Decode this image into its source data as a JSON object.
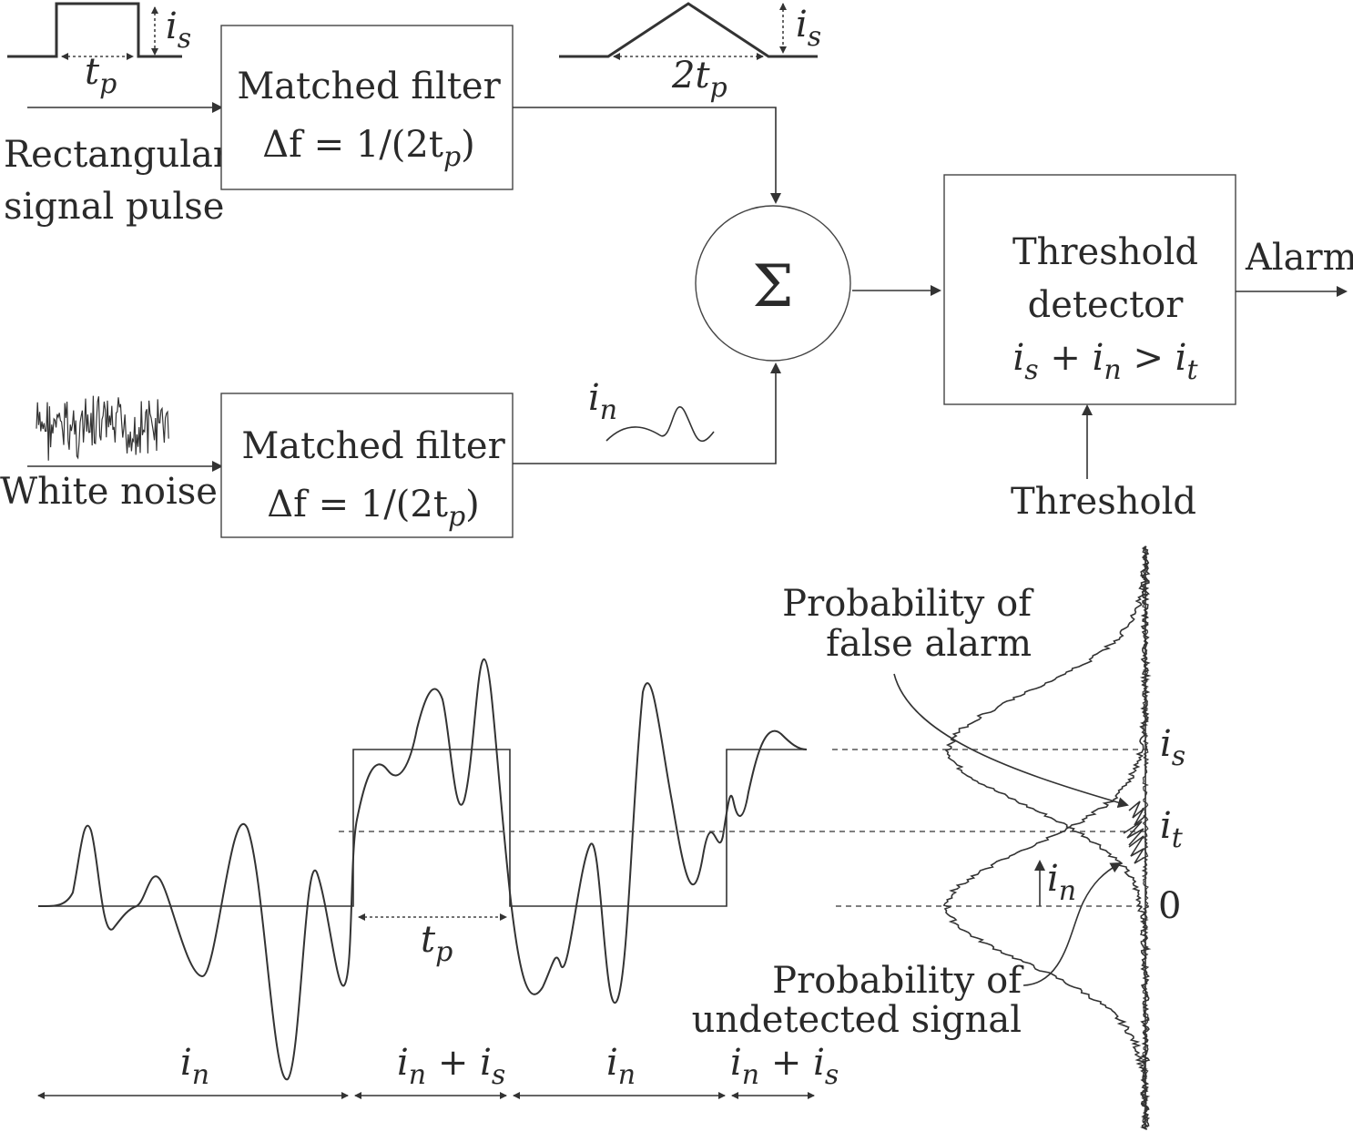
{
  "labels": {
    "rect_input_line1": "Rectangular",
    "rect_input_line2": "signal pulse",
    "noise_input": "White noise",
    "filter1_line1": "Matched filter",
    "filter1_line2": "Δf = 1/(2t",
    "filter2_line1": "Matched filter",
    "filter2_line2": "Δf = 1/(2t",
    "p_sub": "p",
    "close_paren": ")",
    "sum_symbol": "Σ",
    "threshold_line1": "Threshold",
    "threshold_line2": "detector",
    "threshold_cond": "i",
    "threshold_cond_s": "s",
    "threshold_cond_plus": " + i",
    "threshold_cond_n": "n",
    "threshold_cond_gt": " > i",
    "threshold_cond_t": "t",
    "alarm": "Alarm",
    "threshold_input": "Threshold",
    "tp_main": "t",
    "tp_sub": "p",
    "two_tp_main": "2t",
    "is_main": "i",
    "is_sub": "s",
    "in_main": "i",
    "in_sub": "n",
    "it_main": "i",
    "it_sub": "t",
    "zero": "0",
    "prob_false_line1": "Probability of",
    "prob_false_line2": "false alarm",
    "prob_undet_line1": "Probability of",
    "prob_undet_line2": "undetected signal",
    "seg_plus": " + i"
  },
  "colors": {
    "line": "#333333",
    "text": "#2a2a2a"
  }
}
